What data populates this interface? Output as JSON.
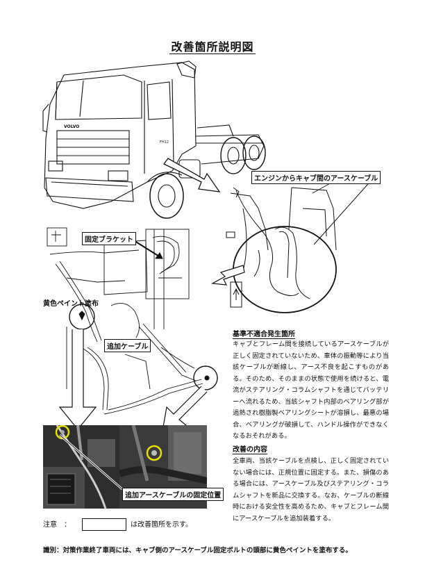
{
  "title": "改善箇所説明図",
  "labels": {
    "earth_cable": "エンジンからキャブ間のアースケーブル",
    "bracket": "固定ブラケット",
    "yellow_paint": "黄色ペイント塗布",
    "added_cable": "追加ケーブル",
    "added_earth_position": "追加アースケーブルの固定位置"
  },
  "truck_badges": {
    "grille": "VOLVO",
    "door": "FH12"
  },
  "nonconformity": {
    "heading": "基準不適合発生箇所",
    "body": "キャブとフレーム間を接続しているアースケーブルが正しく固定されていないため、車体の振動等により当該ケーブルが断線し、アース不良を起こすものがある。そのため、そのままの状態で使用を続けると、電流がステアリング・コラムシャフトを通じてバッテリーへ流れるため、当該シャフト内部のベアリング部が過熱され樹脂製ベアリングシートが溶損し、最悪の場合、ベアリングが破損して、ハンドル操作ができなくなるおそれがある。"
  },
  "improvement": {
    "heading": "改善の内容",
    "body": "全車両、当該ケーブルを点検し、正しく固定されていない場合には、正規位置に固定する。また、損傷のある場合には、アースケーブル及びステアリング・コラムシャフトを新品に交換する。なお、ケーブルの断線時における安全性を高めるため、キャブとフレーム間にアースケーブルを追加装着する。"
  },
  "note": {
    "prefix": "注意　：",
    "suffix": "は改善箇所を示す。"
  },
  "footer": "識別：対策作業終了車両には、キャブ側のアースケーブル固定ボルトの頭部に黄色ペイントを塗布する。",
  "colors": {
    "highlight_yellow": "#e8e000",
    "photo_dark": "#2b2b2b",
    "line": "#111111"
  }
}
